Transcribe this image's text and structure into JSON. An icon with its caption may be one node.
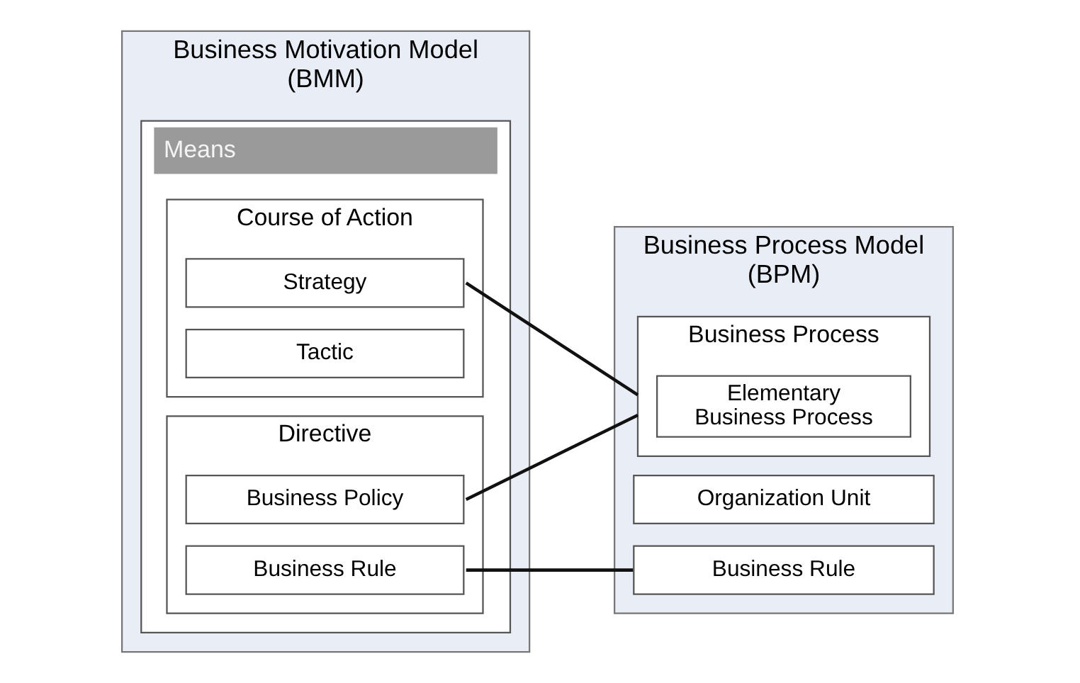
{
  "diagram": {
    "nodes": [
      {
        "text": [
          "Business Motivation Model (BMM)"
        ]
      },
      {
        "text": [
          "Means"
        ],
        "in": 0
      },
      {
        "text": [
          "Course of Action"
        ],
        "in": 1
      },
      {
        "text": [
          "Strategy"
        ],
        "in": 2
      },
      {
        "text": [
          "Tactic"
        ],
        "in": 2
      },
      {
        "text": [
          "Directive"
        ],
        "in": 1
      },
      {
        "text": [
          "Business Policy"
        ],
        "in": 5
      },
      {
        "text": [
          "Business Rule"
        ],
        "in": 5
      },
      {
        "text": [
          "Business Process Model (BPM)"
        ]
      },
      {
        "text": [
          "Business Process"
        ],
        "in": 8
      },
      {
        "text": [
          "Elementary Business Process"
        ],
        "in": 9
      },
      {
        "text": [
          "Organization Unit"
        ],
        "in": 8
      },
      {
        "text": [
          "Business Rule"
        ],
        "in": 8
      }
    ],
    "edges": [
      {
        "from": 3,
        "to": 9,
        "arrow": "none"
      },
      {
        "from": 6,
        "to": 9,
        "arrow": "none"
      },
      {
        "from": 7,
        "to": 12,
        "arrow": "none"
      }
    ]
  }
}
